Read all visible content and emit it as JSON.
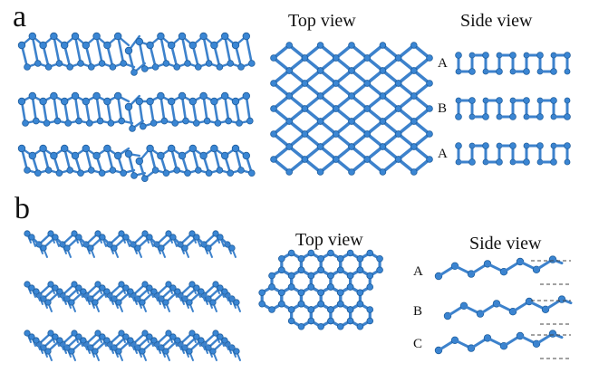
{
  "panel_a": {
    "letter": "a",
    "top_view_title": "Top view",
    "side_view_title": "Side view",
    "stacking": [
      "A",
      "B",
      "A"
    ]
  },
  "panel_b": {
    "letter": "b",
    "top_view_title": "Top view",
    "side_view_title": "Side view",
    "stacking": [
      "A",
      "B",
      "C"
    ]
  },
  "colors": {
    "atom": "#3a86d4",
    "bond": "#3d82cc",
    "atom_edge": "#1f5d9c"
  }
}
